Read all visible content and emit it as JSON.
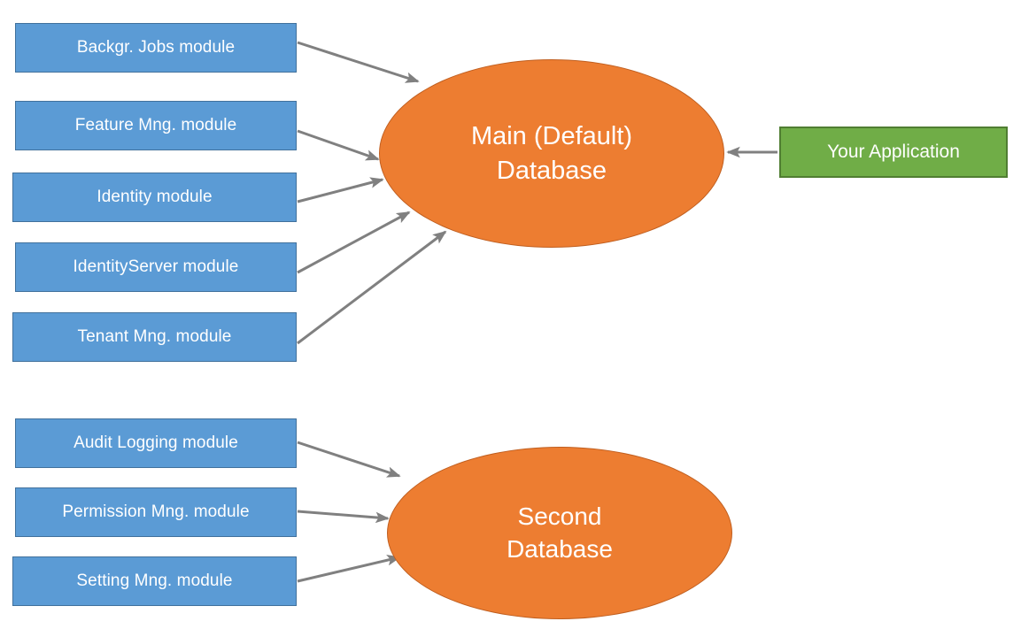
{
  "diagram": {
    "title_present": false,
    "colors": {
      "module_fill": "#5B9BD5",
      "module_border": "#41719C",
      "database_fill": "#ED7D31",
      "database_border": "#C05F20",
      "application_fill": "#70AD47",
      "application_border": "#507E32",
      "arrow": "#808080",
      "background": "#FFFFFF",
      "label_text": "#FFFFFF"
    },
    "groups": [
      {
        "id": "main-group",
        "database": {
          "id": "db-main",
          "lines": [
            "Main (Default)",
            "Database"
          ],
          "shape": "ellipse"
        },
        "modules": [
          {
            "id": "module-background-jobs",
            "label": "Backgr. Jobs module"
          },
          {
            "id": "module-feature-management",
            "label": "Feature Mng. module"
          },
          {
            "id": "module-identity",
            "label": "Identity module"
          },
          {
            "id": "module-identityserver",
            "label": "IdentityServer module"
          },
          {
            "id": "module-tenant-management",
            "label": "Tenant Mng. module"
          }
        ]
      },
      {
        "id": "second-group",
        "database": {
          "id": "db-second",
          "lines": [
            "Second",
            "Database"
          ],
          "shape": "ellipse"
        },
        "modules": [
          {
            "id": "module-audit-logging",
            "label": "Audit Logging module"
          },
          {
            "id": "module-permission-management",
            "label": "Permission Mng. module"
          },
          {
            "id": "module-setting-management",
            "label": "Setting Mng. module"
          }
        ]
      }
    ],
    "application": {
      "id": "your-application",
      "label": "Your Application",
      "connects_to": "db-main",
      "arrow_direction": "right-to-left"
    },
    "connections": [
      {
        "from": "module-background-jobs",
        "to": "db-main"
      },
      {
        "from": "module-feature-management",
        "to": "db-main"
      },
      {
        "from": "module-identity",
        "to": "db-main"
      },
      {
        "from": "module-identityserver",
        "to": "db-main"
      },
      {
        "from": "module-tenant-management",
        "to": "db-main"
      },
      {
        "from": "your-application",
        "to": "db-main"
      },
      {
        "from": "module-audit-logging",
        "to": "db-second"
      },
      {
        "from": "module-permission-management",
        "to": "db-second"
      },
      {
        "from": "module-setting-management",
        "to": "db-second"
      }
    ]
  }
}
